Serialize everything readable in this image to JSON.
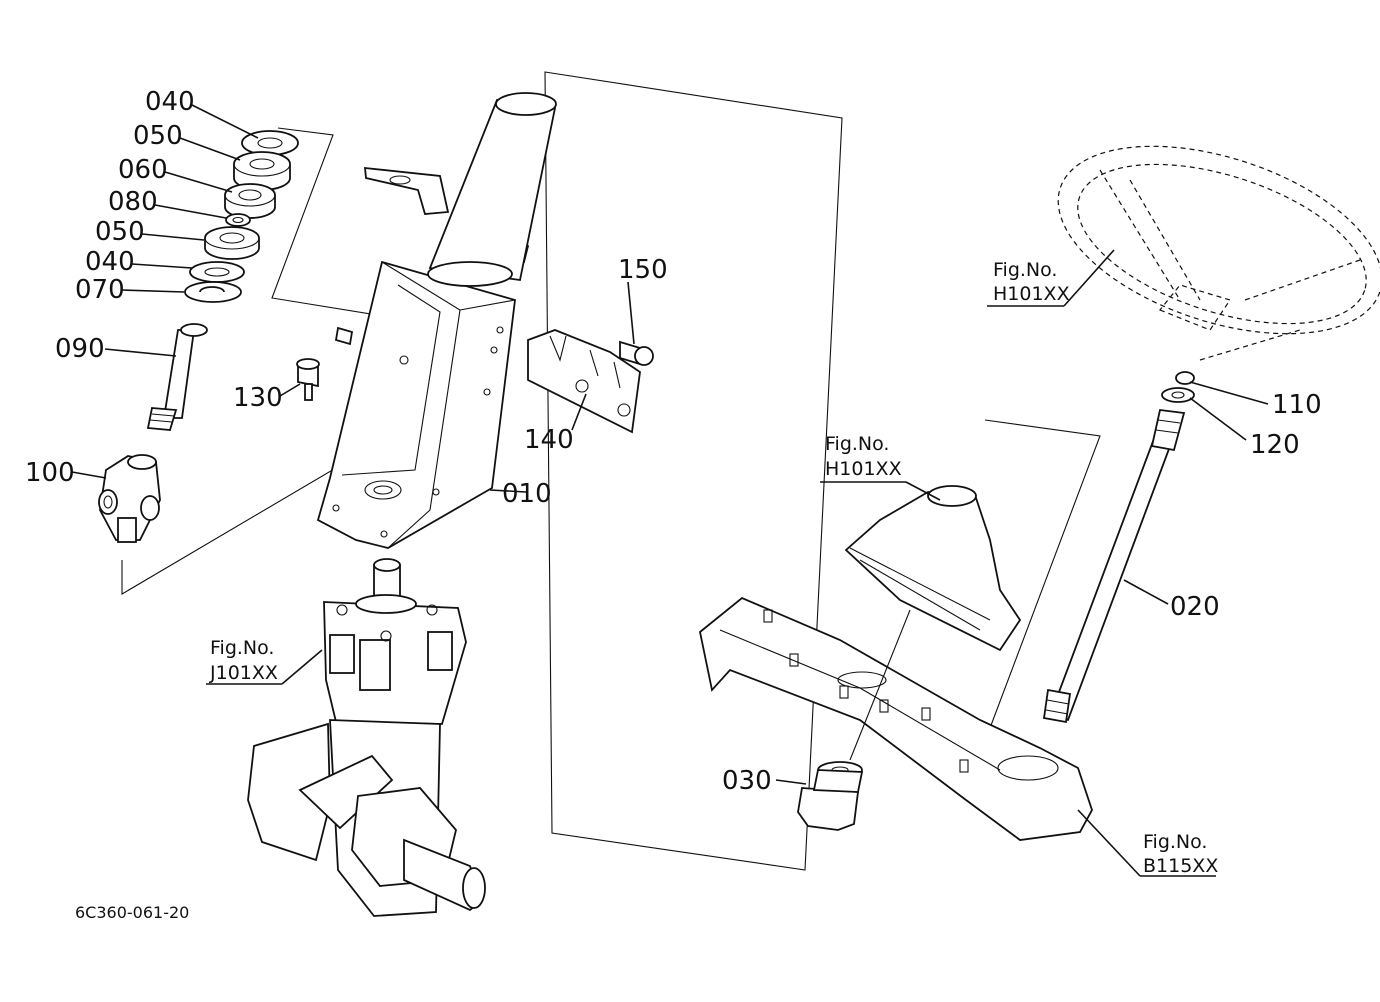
{
  "diagram": {
    "part_labels": {
      "p040a": "040",
      "p050a": "050",
      "p060": "060",
      "p080": "080",
      "p050b": "050",
      "p040b": "040",
      "p070": "070",
      "p090": "090",
      "p100": "100",
      "p130": "130",
      "p140": "140",
      "p150": "150",
      "p010": "010",
      "p110": "110",
      "p120": "120",
      "p020": "020",
      "p030": "030"
    },
    "references": {
      "ref_j101": {
        "title": "Fig.No.",
        "code": "J101XX"
      },
      "ref_h101a": {
        "title": "Fig.No.",
        "code": "H101XX"
      },
      "ref_h101b": {
        "title": "Fig.No.",
        "code": "H101XX"
      },
      "ref_b115": {
        "title": "Fig.No.",
        "code": "B115XX"
      }
    },
    "drawing_code": "6C360-061-20"
  }
}
